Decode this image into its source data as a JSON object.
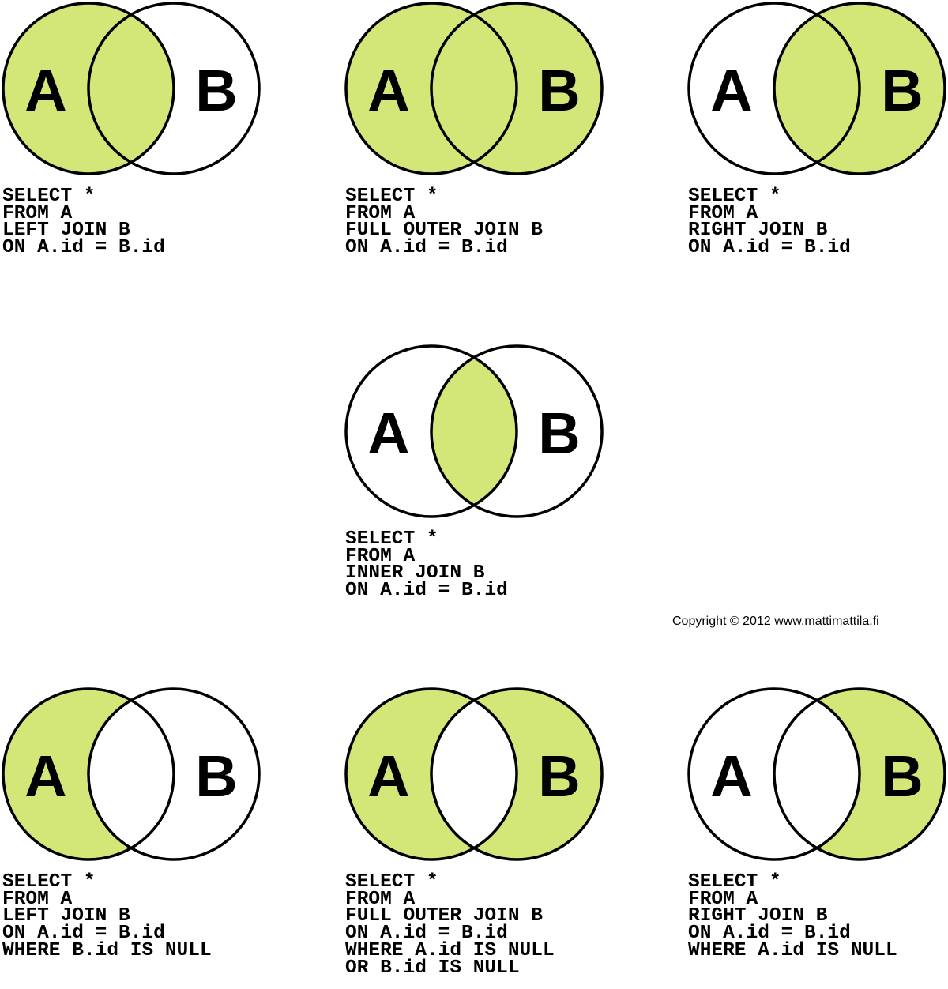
{
  "colors": {
    "fill": "#d2e778",
    "stroke": "#000000",
    "background": "#ffffff"
  },
  "label_a": "A",
  "label_b": "B",
  "diagrams": [
    {
      "id": "left-join",
      "regions": {
        "a_only": true,
        "intersection": true,
        "b_only": false
      },
      "sql": [
        "SELECT *",
        "FROM A",
        "LEFT JOIN B",
        "ON A.id = B.id"
      ]
    },
    {
      "id": "full-outer-join",
      "regions": {
        "a_only": true,
        "intersection": true,
        "b_only": true
      },
      "sql": [
        "SELECT *",
        "FROM A",
        "FULL OUTER JOIN B",
        "ON A.id = B.id"
      ]
    },
    {
      "id": "right-join",
      "regions": {
        "a_only": false,
        "intersection": true,
        "b_only": true
      },
      "sql": [
        "SELECT *",
        "FROM A",
        "RIGHT JOIN B",
        "ON A.id = B.id"
      ]
    },
    {
      "id": "inner-join",
      "regions": {
        "a_only": false,
        "intersection": true,
        "b_only": false
      },
      "sql": [
        "SELECT *",
        "FROM A",
        "INNER JOIN B",
        "ON A.id = B.id"
      ]
    },
    {
      "id": "left-join-exclusive",
      "regions": {
        "a_only": true,
        "intersection": false,
        "b_only": false
      },
      "sql": [
        "SELECT *",
        "FROM A",
        "LEFT JOIN B",
        "ON A.id = B.id",
        "WHERE B.id IS NULL"
      ]
    },
    {
      "id": "full-outer-join-exclusive",
      "regions": {
        "a_only": true,
        "intersection": false,
        "b_only": true
      },
      "sql": [
        "SELECT *",
        "FROM A",
        "FULL OUTER JOIN B",
        "ON A.id = B.id",
        "WHERE A.id IS NULL",
        "OR B.id IS NULL"
      ]
    },
    {
      "id": "right-join-exclusive",
      "regions": {
        "a_only": false,
        "intersection": false,
        "b_only": true
      },
      "sql": [
        "SELECT *",
        "FROM A",
        "RIGHT JOIN B",
        "ON A.id = B.id",
        "WHERE A.id IS NULL"
      ]
    }
  ],
  "copyright": "Copyright © 2012 www.mattimattila.fi"
}
